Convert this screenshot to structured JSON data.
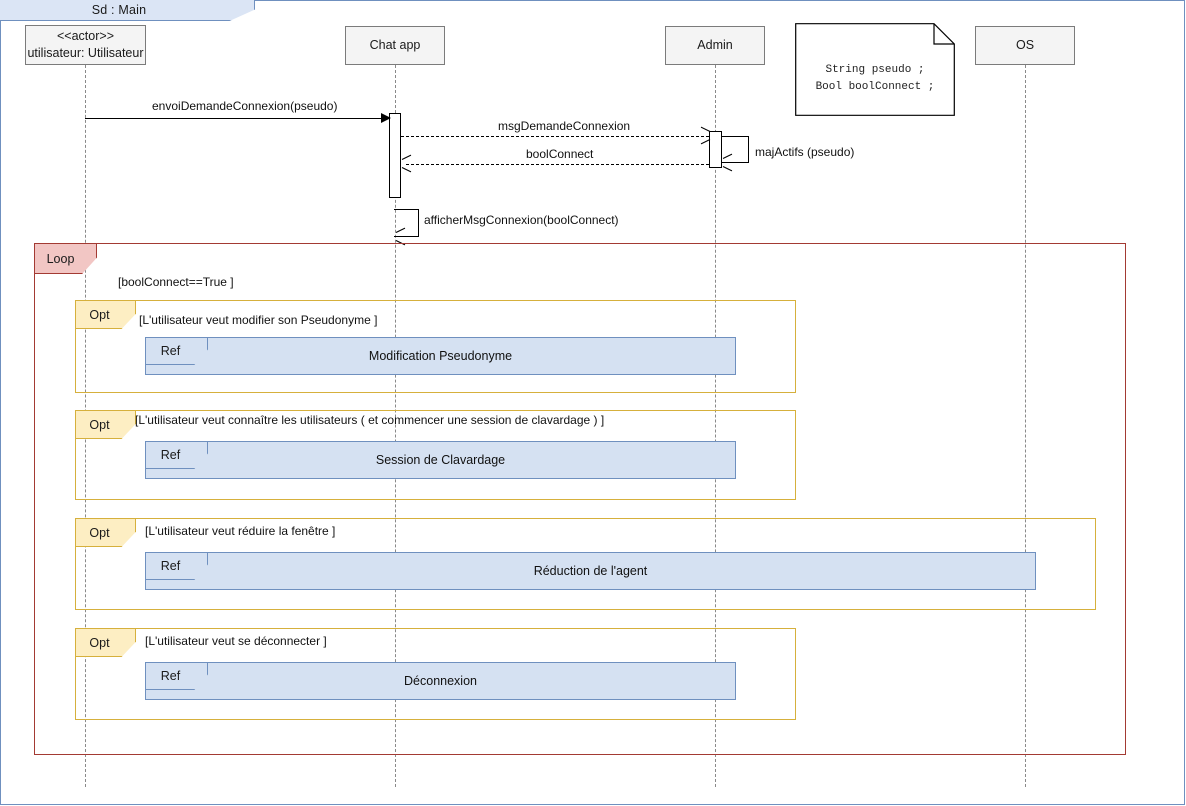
{
  "frame": {
    "tab_label": "Sd :  Main"
  },
  "lifelines": [
    {
      "id": "utilisateur",
      "stereotype": "<<actor>>",
      "name": "utilisateur: Utilisateur"
    },
    {
      "id": "chatapp",
      "stereotype": "",
      "name": "Chat app"
    },
    {
      "id": "admin",
      "stereotype": "",
      "name": "Admin"
    },
    {
      "id": "os",
      "stereotype": "",
      "name": "OS"
    }
  ],
  "note": {
    "line1": "String pseudo ;",
    "line2": "Bool boolConnect ;"
  },
  "messages": [
    {
      "id": "m1",
      "label": "envoiDemandeConnexion(pseudo)",
      "kind": "call",
      "from": "utilisateur",
      "to": "chatapp"
    },
    {
      "id": "m2",
      "label": "msgDemandeConnexion",
      "kind": "async",
      "from": "chatapp",
      "to": "admin"
    },
    {
      "id": "m3",
      "label": "majActifs (pseudo)",
      "kind": "self",
      "from": "admin",
      "to": "admin"
    },
    {
      "id": "m4",
      "label": "boolConnect",
      "kind": "return",
      "from": "admin",
      "to": "chatapp"
    },
    {
      "id": "m5",
      "label": "afficherMsgConnexion(boolConnect)",
      "kind": "self",
      "from": "chatapp",
      "to": "chatapp"
    }
  ],
  "fragments": {
    "loop": {
      "operator": "Loop",
      "guard": "[boolConnect==True ]",
      "border_color": "#a33a33",
      "tab_fill": "#f2c6c4"
    },
    "opts": [
      {
        "operator": "Opt",
        "guard": "[L'utilisateur veut modifier son Pseudonyme ]",
        "ref": {
          "tab_label": "Ref",
          "name": "Modification Pseudonyme"
        }
      },
      {
        "operator": "Opt",
        "guard": "[L'utilisateur veut connaître les utilisateurs ( et commencer une session de clavardage ) ]",
        "ref": {
          "tab_label": "Ref",
          "name": "Session de Clavardage"
        }
      },
      {
        "operator": "Opt",
        "guard": "[L'utilisateur veut réduire la fenêtre ]",
        "ref": {
          "tab_label": "Ref",
          "name": "Réduction de l'agent"
        }
      },
      {
        "operator": "Opt",
        "guard": "[L'utilisateur veut se déconnecter ]",
        "ref": {
          "tab_label": "Ref",
          "name": "Déconnexion"
        }
      }
    ],
    "opt_border_color": "#d6b03c",
    "opt_tab_fill": "#fdeec3",
    "ref_fill": "#d5e1f2",
    "ref_border_color": "#6f90bf"
  }
}
